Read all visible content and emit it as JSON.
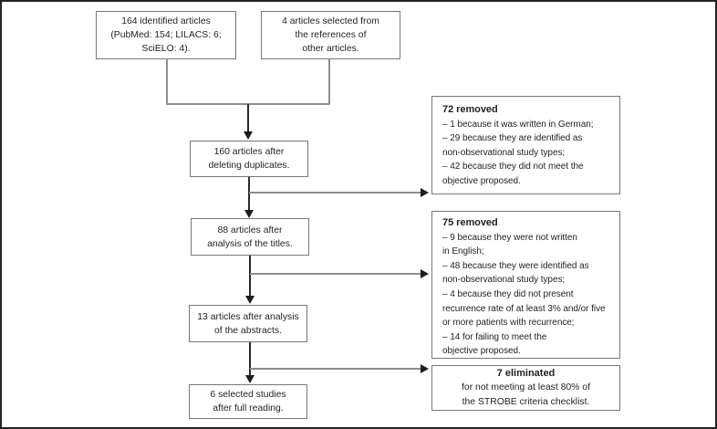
{
  "diagram": {
    "type": "study-selection-flowchart",
    "colors": {
      "background": "#ffffff",
      "frame_border": "#242424",
      "box_border": "#76777a",
      "connector_gray": "#8d8f92",
      "arrow_black": "#1d1d1d",
      "text": "#231f20"
    },
    "boxes": {
      "identified": {
        "lines": [
          "164 identified articles",
          "(PubMed: 154; LILACS: 6;",
          "SciELO: 4)."
        ]
      },
      "references": {
        "lines": [
          "4 articles selected from",
          "the references of",
          "other articles."
        ]
      },
      "deduplicated": {
        "lines": [
          "160 articles after",
          "deleting duplicates."
        ]
      },
      "titles": {
        "lines": [
          "88 articles after",
          "analysis of the titles."
        ]
      },
      "abstracts": {
        "lines": [
          "13 articles after analysis",
          "of the abstracts."
        ]
      },
      "selected": {
        "lines": [
          "6 selected studies",
          "after full reading."
        ]
      },
      "removed72": {
        "header": "72 removed",
        "lines": [
          "– 1 because it was written in German;",
          "– 29 because they are identified as",
          "non-observational study types;",
          "– 42 because they did not meet the",
          "objective proposed."
        ]
      },
      "removed75": {
        "header": "75 removed",
        "lines": [
          "– 9 because they were not written",
          "in English;",
          "– 48 because they were identified as",
          "non-observational study types;",
          "– 4 because they did not present",
          "recurrence rate of at least 3% and/or five",
          "or more patients with recurrence;",
          "– 14 for failing to meet the",
          "objective proposed."
        ]
      },
      "eliminated7": {
        "header": "7 eliminated",
        "lines": [
          "for not meeting at least 80% of",
          "the STROBE criteria checklist."
        ]
      }
    }
  }
}
